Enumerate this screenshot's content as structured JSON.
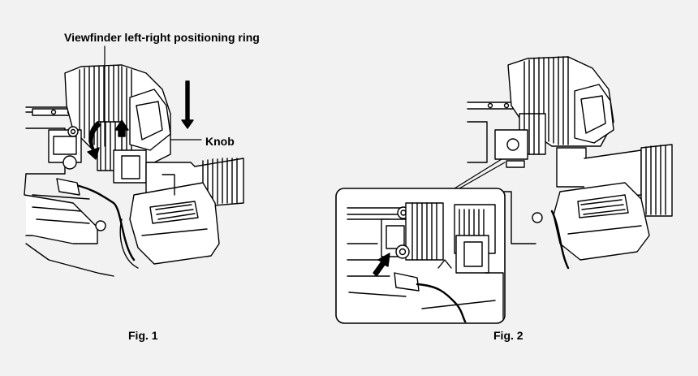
{
  "labels": {
    "positioning_ring": "Viewfinder left-right positioning ring",
    "knob": "Knob"
  },
  "captions": {
    "fig1": "Fig. 1",
    "fig2": "Fig. 2"
  },
  "colors": {
    "background": "#f2f2f2",
    "line": "#000000",
    "fill": "#ffffff"
  }
}
